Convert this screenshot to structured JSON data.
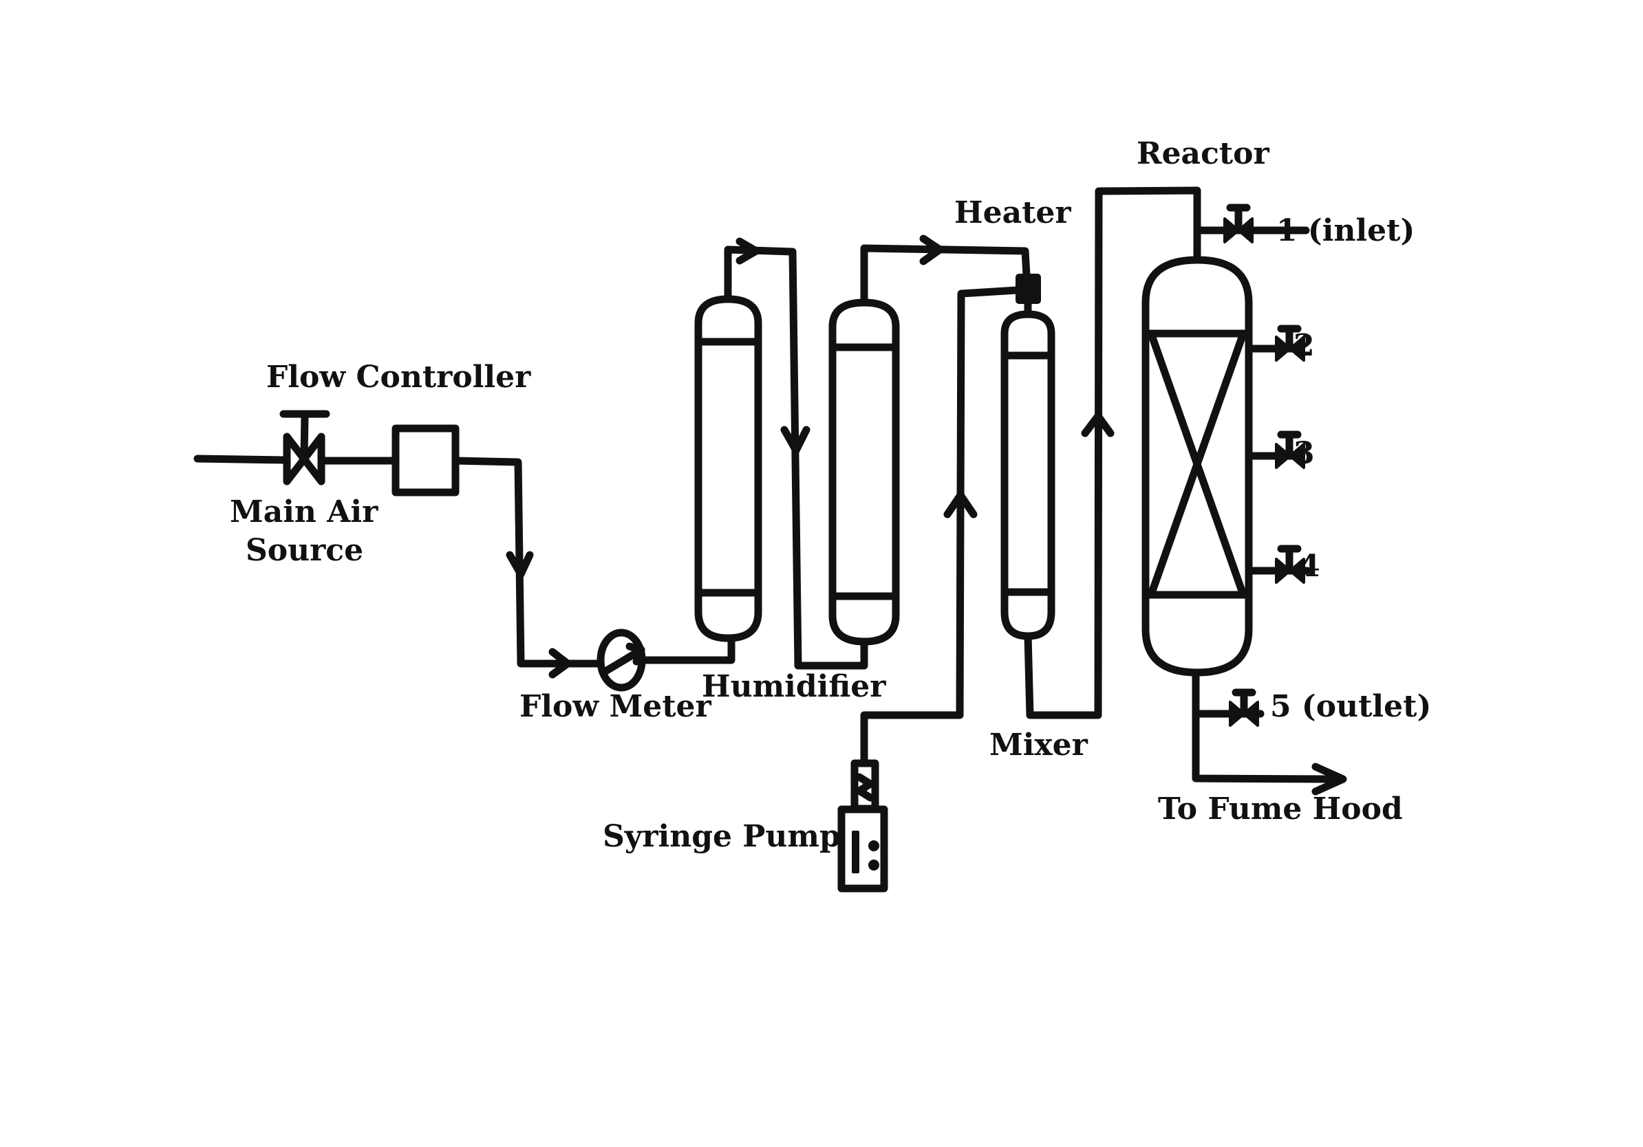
{
  "labels": {
    "flow_controller": "Flow Controller",
    "main_air_line1": "Main Air",
    "main_air_line2": "Source",
    "flow_meter": "Flow Meter",
    "humidifier": "Humidifier",
    "heater": "Heater",
    "mixer": "Mixer",
    "syringe_pump": "Syringe Pump",
    "reactor": "Reactor",
    "to_fume_hood": "To Fume Hood"
  },
  "sample_ports": [
    {
      "label": "1 (inlet)"
    },
    {
      "label": "2"
    },
    {
      "label": "3"
    },
    {
      "label": "4"
    },
    {
      "label": "5 (outlet)"
    }
  ],
  "colors": {
    "line": "#111111",
    "background": "#ffffff"
  }
}
